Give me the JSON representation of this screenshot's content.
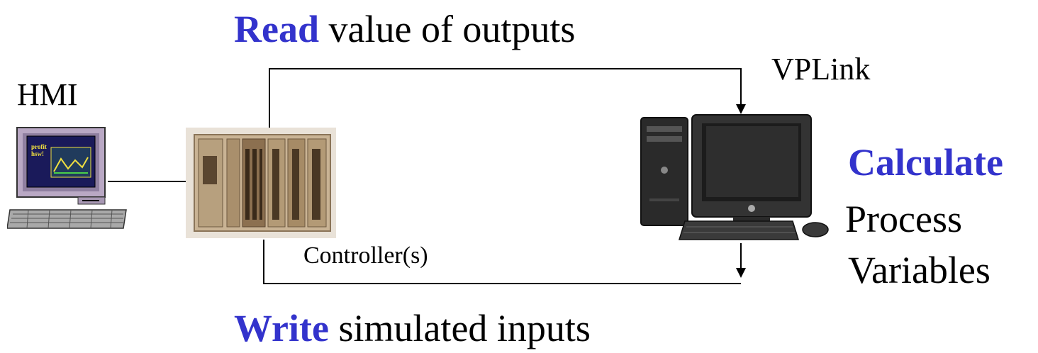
{
  "labels": {
    "read_keyword": "Read",
    "read_rest": " value of outputs",
    "write_keyword": "Write",
    "write_rest": " simulated inputs",
    "hmi": "HMI",
    "vplink": "VPLink",
    "controller": "Controller(s)",
    "calc_keyword": "Calculate",
    "calc_line2": "Process",
    "calc_line3": "Variables"
  },
  "hmi_screen_text": [
    "profit",
    "hsw!"
  ],
  "colors": {
    "keyword": "#3333cc",
    "wire": "#000000",
    "screen": "#1a1a5a",
    "trend": "#f0e040",
    "controller_case": "#c9b394",
    "pc_case": "#2a2a2a"
  },
  "icons": {
    "hmi": "terminal-computer-icon",
    "controller": "plc-rack-icon",
    "vplink": "desktop-pc-icon"
  }
}
